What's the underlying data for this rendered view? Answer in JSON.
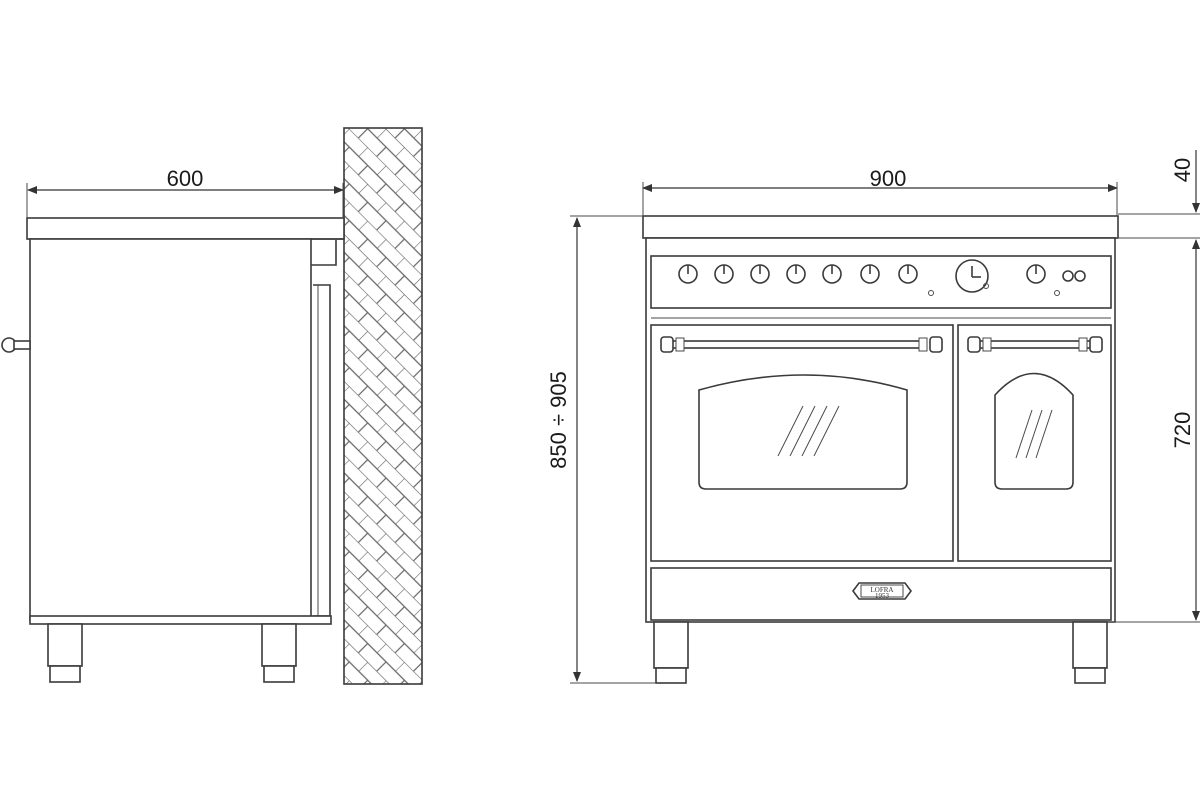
{
  "side_view": {
    "depth_label": "600"
  },
  "front_view": {
    "width_label": "900",
    "top_gap_label": "40",
    "body_height_label": "720",
    "total_height_label": "850 ÷ 905",
    "logo_brand": "LOFRA",
    "logo_sub": "1953"
  },
  "colors": {
    "line": "#3a3a3a",
    "background": "#ffffff"
  }
}
